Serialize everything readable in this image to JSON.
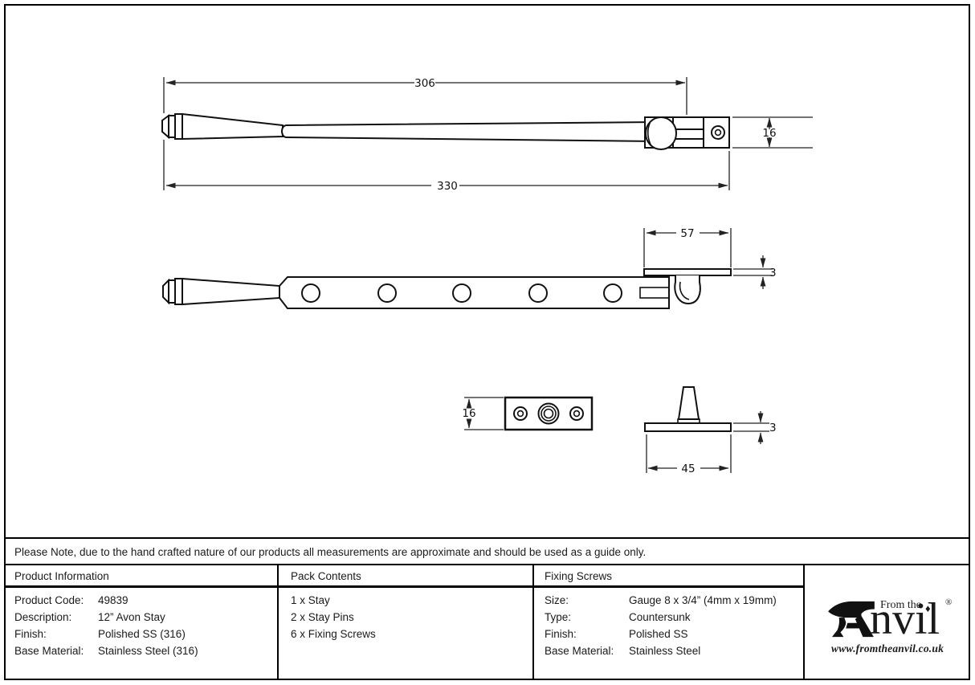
{
  "note": "Please Note, due to the hand crafted nature of our products all measurements are approximate and should be used as a guide only.",
  "drawing": {
    "dimensions": {
      "stay_pivot_length": "306",
      "stay_overall_length": "330",
      "bracket_height": "16",
      "plate_length": "57",
      "plate_thickness": "3",
      "keep_plate_height": "16",
      "pin_base_length": "45",
      "pin_base_thickness": "3"
    }
  },
  "table": {
    "product_information": {
      "header": "Product Information",
      "rows": [
        {
          "label": "Product Code:",
          "value": "49839"
        },
        {
          "label": "Description:",
          "value": "12” Avon Stay"
        },
        {
          "label": "Finish:",
          "value": "Polished SS (316)"
        },
        {
          "label": "Base Material:",
          "value": "Stainless Steel (316)"
        }
      ]
    },
    "pack_contents": {
      "header": "Pack Contents",
      "items": [
        "1 x Stay",
        "2 x Stay Pins",
        "6 x Fixing Screws"
      ]
    },
    "fixing_screws": {
      "header": "Fixing Screws",
      "rows": [
        {
          "label": "Size:",
          "value": "Gauge 8 x 3/4” (4mm x 19mm)"
        },
        {
          "label": "Type:",
          "value": "Countersunk"
        },
        {
          "label": "Finish:",
          "value": "Polished SS"
        },
        {
          "label": "Base Material:",
          "value": "Stainless Steel"
        }
      ]
    }
  },
  "logo": {
    "tagline": "From the",
    "brand_rest": "nvil",
    "i_dot": "♦",
    "registered": "®",
    "website": "www.fromtheanvil.co.uk"
  }
}
